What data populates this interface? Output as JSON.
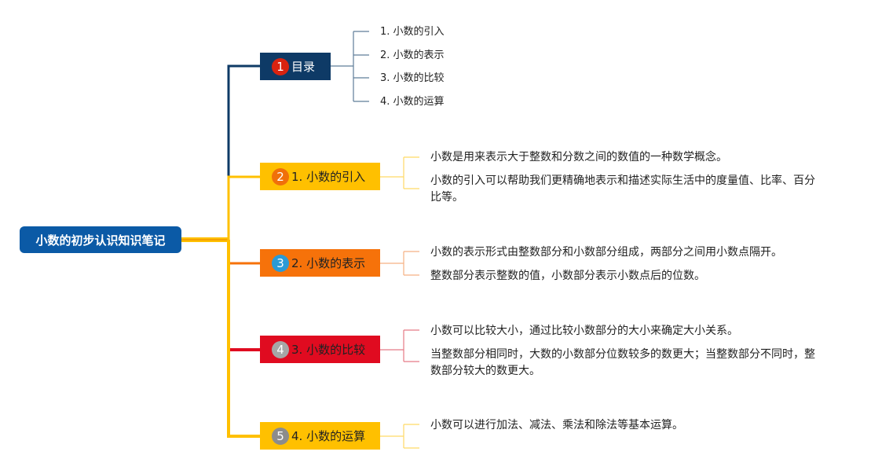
{
  "root": {
    "title": "小数的初步认识知识笔记"
  },
  "colors": {
    "root": "#0b5aa6",
    "b1": "#0e3a66",
    "b2": "#ffc000",
    "b3": "#f6720a",
    "b4": "#e00b20",
    "b5": "#ffc000"
  },
  "branches": [
    {
      "num": "1",
      "label": "目录",
      "badge_color": "#d9230f",
      "items": [
        "1. 小数的引入",
        "2. 小数的表示",
        "3. 小数的比较",
        "4. 小数的运算"
      ]
    },
    {
      "num": "2",
      "label": "1. 小数的引入",
      "badge_color": "#f0700a",
      "notes": [
        "小数是用来表示大于整数和分数之间的数值的一种数学概念。",
        "小数的引入可以帮助我们更精确地表示和描述实际生活中的度量值、比率、百分比等。"
      ]
    },
    {
      "num": "3",
      "label": "2. 小数的表示",
      "badge_color": "#2b9ad6",
      "notes": [
        "小数的表示形式由整数部分和小数部分组成，两部分之间用小数点隔开。",
        "整数部分表示整数的值，小数部分表示小数点后的位数。"
      ]
    },
    {
      "num": "4",
      "label": "3. 小数的比较",
      "badge_color": "#a6a6a6",
      "notes": [
        "小数可以比较大小，通过比较小数部分的大小来确定大小关系。",
        "当整数部分相同时，大数的小数部分位数较多的数更大；当整数部分不同时，整数部分较大的数更大。"
      ]
    },
    {
      "num": "5",
      "label": "4. 小数的运算",
      "badge_color": "#8c8c8c",
      "notes": [
        "小数可以进行加法、减法、乘法和除法等基本运算。"
      ]
    }
  ]
}
